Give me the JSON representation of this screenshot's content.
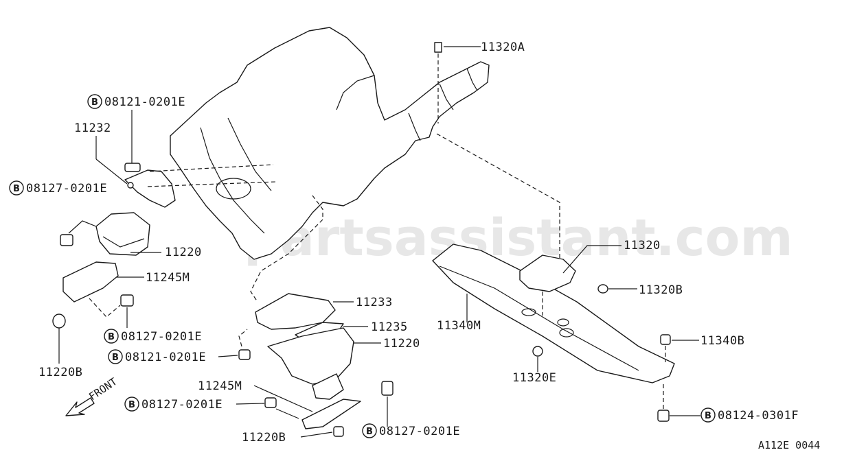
{
  "watermark": "partsassistant.com",
  "reference_code": "A112E 0044",
  "direction_label": "FRONT",
  "part_labels": {
    "p11320A": "11320A",
    "p08121_top_b": "B",
    "p08121_top": "08121-0201E",
    "p11232": "11232",
    "p08127_left_b": "B",
    "p08127_left": "08127-0201E",
    "p11220_left": "11220",
    "p11245M_left": "11245M",
    "p08127_mid_b": "B",
    "p08127_mid": "08127-0201E",
    "p11220B_left": "11220B",
    "p11233": "11233",
    "p11235": "11235",
    "p11220_center": "11220",
    "p08121_center_b": "B",
    "p08121_center": "08121-0201E",
    "p11245M_center": "11245M",
    "p08127_lower_b": "B",
    "p08127_lower": "08127-0201E",
    "p08127_right_b": "B",
    "p08127_right": "08127-0201E",
    "p11220B_center": "11220B",
    "p11320": "11320",
    "p11320B": "11320B",
    "p11340M": "11340M",
    "p11340B": "11340B",
    "p11320E": "11320E",
    "p08124_b": "B",
    "p08124": "08124-0301F"
  }
}
